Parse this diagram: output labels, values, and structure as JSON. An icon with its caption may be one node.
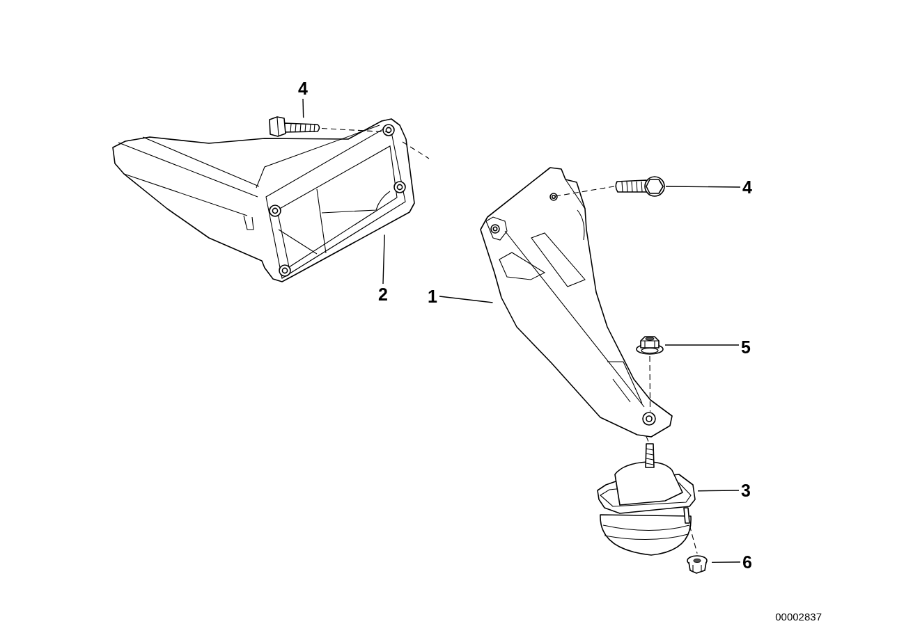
{
  "diagram": {
    "nodes": [
      {
        "text": [
          "4"
        ]
      },
      {
        "text": [],
        "shape": "picture"
      },
      {
        "text": [
          "2"
        ]
      },
      {
        "text": [],
        "shape": "picture"
      },
      {
        "text": [
          "1"
        ]
      },
      {
        "text": [],
        "shape": "picture"
      },
      {
        "text": [
          "4"
        ]
      },
      {
        "text": [],
        "shape": "picture"
      },
      {
        "text": [
          "5"
        ]
      },
      {
        "text": [],
        "shape": "picture"
      },
      {
        "text": [
          "3"
        ]
      },
      {
        "text": [],
        "shape": "picture"
      },
      {
        "text": [
          "6"
        ]
      },
      {
        "text": [],
        "shape": "picture"
      }
    ],
    "edges": [
      {
        "from": 0,
        "to": 1,
        "arrow": "none"
      },
      {
        "from": 2,
        "to": 3,
        "arrow": "none"
      },
      {
        "from": 4,
        "to": 5,
        "arrow": "none"
      },
      {
        "from": 6,
        "to": 7,
        "arrow": "none"
      },
      {
        "from": 8,
        "to": 9,
        "arrow": "none"
      },
      {
        "from": 10,
        "to": 11,
        "arrow": "none"
      },
      {
        "from": 12,
        "to": 13,
        "arrow": "none"
      },
      {
        "from": 1,
        "to": 3,
        "arrow": "none",
        "style": "dashed"
      },
      {
        "from": 7,
        "to": 5,
        "arrow": "none",
        "style": "dashed"
      },
      {
        "from": 9,
        "to": 5,
        "arrow": "none",
        "style": "dashed"
      },
      {
        "from": 5,
        "to": 11,
        "arrow": "none",
        "style": "dashed"
      },
      {
        "from": 11,
        "to": 13,
        "arrow": "none",
        "style": "dashed"
      }
    ],
    "labels": [
      "00002837"
    ]
  }
}
